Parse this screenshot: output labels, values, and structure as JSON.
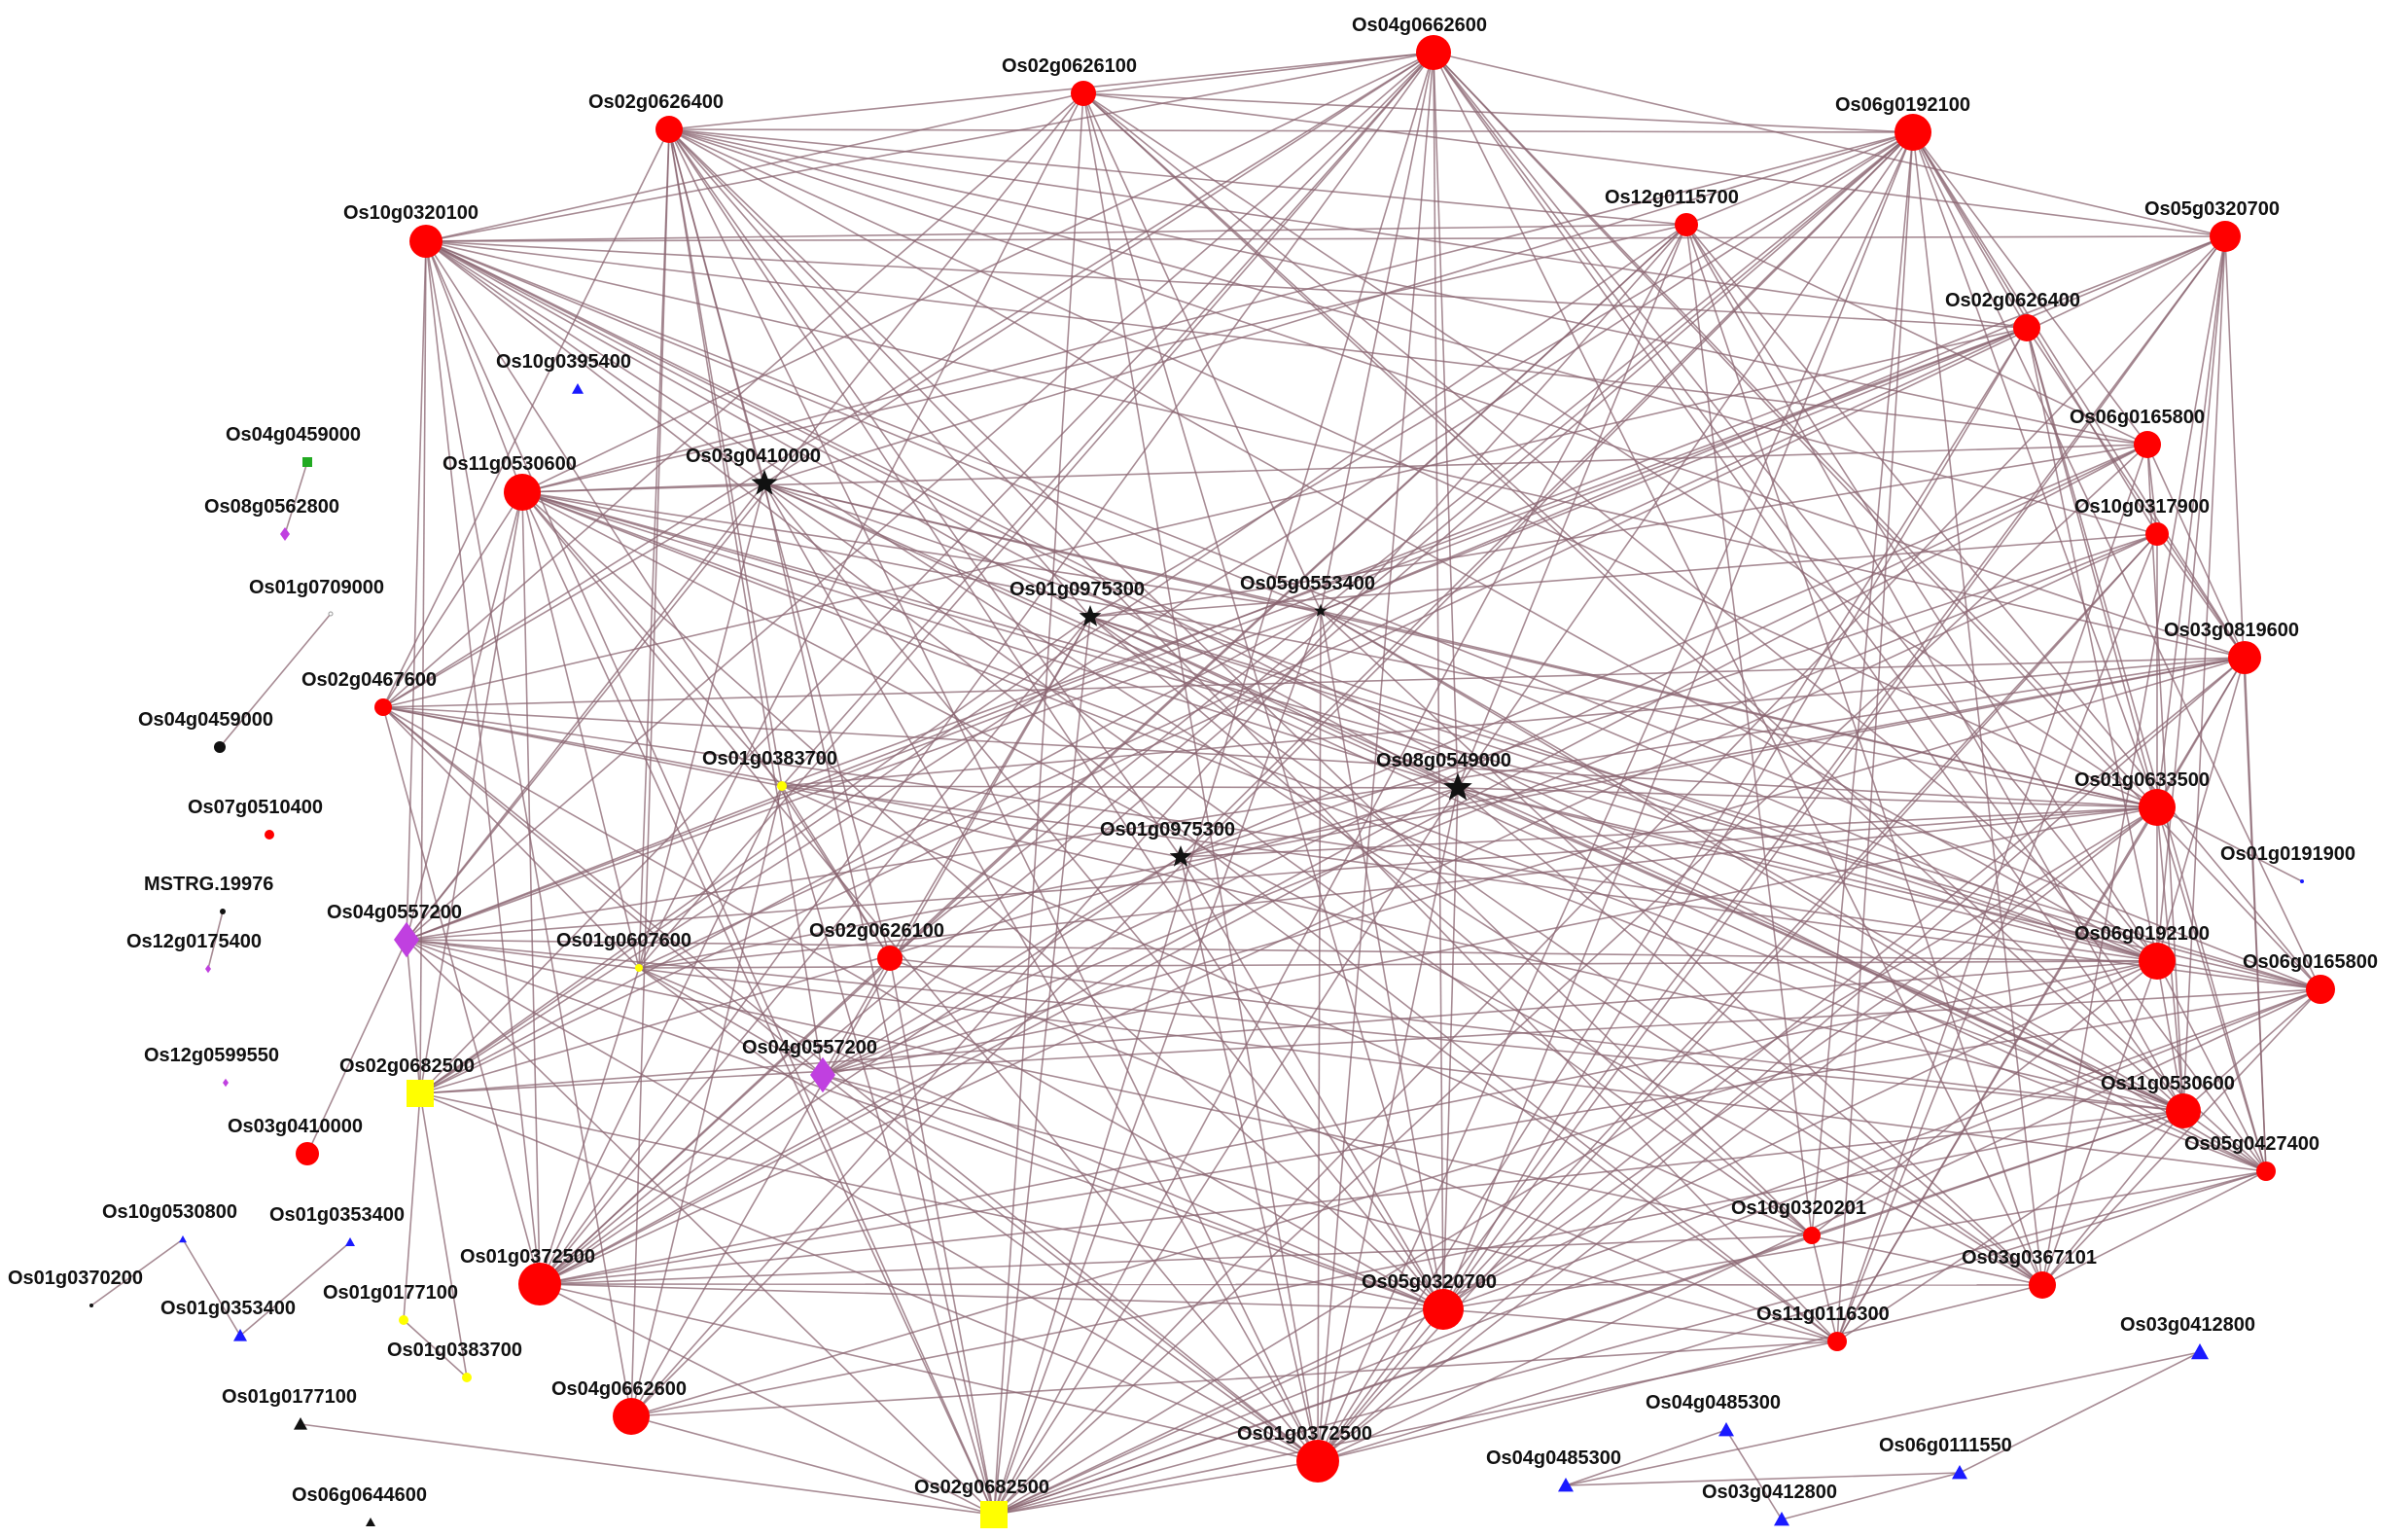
{
  "colors": {
    "edge": "#8a6470",
    "red": "#ff0000",
    "blue": "#1a1aff",
    "black": "#111111",
    "yellow": "#ffff00",
    "purple": "#c040e0",
    "green": "#22aa22",
    "white": "#ffffff"
  },
  "nodes": [
    {
      "label": "Os04g0662600",
      "shape": "circle",
      "color": "red"
    },
    {
      "label": "Os02g0626100",
      "shape": "circle",
      "color": "red"
    },
    {
      "label": "Os02g0626400",
      "shape": "circle",
      "color": "red"
    },
    {
      "label": "Os06g0192100",
      "shape": "circle",
      "color": "red"
    },
    {
      "label": "Os10g0320100",
      "shape": "circle",
      "color": "red"
    },
    {
      "label": "Os12g0115700",
      "shape": "circle",
      "color": "red"
    },
    {
      "label": "Os05g0320700",
      "shape": "circle",
      "color": "red"
    },
    {
      "label": "Os02g0626400",
      "shape": "circle",
      "color": "red"
    },
    {
      "label": "Os10g0395400",
      "shape": "triangle",
      "color": "blue"
    },
    {
      "label": "Os06g0165800",
      "shape": "circle",
      "color": "red"
    },
    {
      "label": "Os04g0459000",
      "shape": "square",
      "color": "green"
    },
    {
      "label": "Os11g0530600",
      "shape": "circle",
      "color": "red"
    },
    {
      "label": "Os03g0410000",
      "shape": "star",
      "color": "black"
    },
    {
      "label": "Os08g0562800",
      "shape": "diamond",
      "color": "purple"
    },
    {
      "label": "Os10g0317900",
      "shape": "circle",
      "color": "red"
    },
    {
      "label": "Os01g0709000",
      "shape": "circle",
      "color": "white"
    },
    {
      "label": "Os01g0975300",
      "shape": "star",
      "color": "black"
    },
    {
      "label": "Os05g0553400",
      "shape": "star",
      "color": "black"
    },
    {
      "label": "Os03g0819600",
      "shape": "circle",
      "color": "red"
    },
    {
      "label": "Os02g0467600",
      "shape": "circle",
      "color": "red"
    },
    {
      "label": "Os04g0459000",
      "shape": "circle",
      "color": "black"
    },
    {
      "label": "Os01g0383700",
      "shape": "circle",
      "color": "yellow"
    },
    {
      "label": "Os08g0549000",
      "shape": "star",
      "color": "black"
    },
    {
      "label": "Os01g0633500",
      "shape": "circle",
      "color": "red"
    },
    {
      "label": "Os07g0510400",
      "shape": "circle",
      "color": "red"
    },
    {
      "label": "Os01g0975300",
      "shape": "star",
      "color": "black"
    },
    {
      "label": "Os01g0191900",
      "shape": "circle",
      "color": "blue"
    },
    {
      "label": "MSTRG.19976",
      "shape": "circle",
      "color": "black"
    },
    {
      "label": "Os04g0557200",
      "shape": "diamond",
      "color": "purple"
    },
    {
      "label": "Os12g0175400",
      "shape": "diamond",
      "color": "purple"
    },
    {
      "label": "Os01g0607600",
      "shape": "circle",
      "color": "yellow"
    },
    {
      "label": "Os02g0626100",
      "shape": "circle",
      "color": "red"
    },
    {
      "label": "Os06g0192100",
      "shape": "circle",
      "color": "red"
    },
    {
      "label": "Os06g0165800",
      "shape": "circle",
      "color": "red"
    },
    {
      "label": "Os12g0599550",
      "shape": "diamond",
      "color": "purple"
    },
    {
      "label": "Os02g0682500",
      "shape": "square",
      "color": "yellow"
    },
    {
      "label": "Os04g0557200",
      "shape": "diamond",
      "color": "purple"
    },
    {
      "label": "Os11g0530600",
      "shape": "circle",
      "color": "red"
    },
    {
      "label": "Os03g0410000",
      "shape": "circle",
      "color": "red"
    },
    {
      "label": "Os05g0427400",
      "shape": "circle",
      "color": "red"
    },
    {
      "label": "Os10g0530800",
      "shape": "triangle",
      "color": "blue"
    },
    {
      "label": "Os01g0353400",
      "shape": "triangle",
      "color": "blue"
    },
    {
      "label": "Os10g0320201",
      "shape": "circle",
      "color": "red"
    },
    {
      "label": "Os01g0370200",
      "shape": "circle",
      "color": "black"
    },
    {
      "label": "Os01g0372500",
      "shape": "circle",
      "color": "red"
    },
    {
      "label": "Os05g0320700",
      "shape": "circle",
      "color": "red"
    },
    {
      "label": "Os03g0367101",
      "shape": "circle",
      "color": "red"
    },
    {
      "label": "Os01g0353400",
      "shape": "triangle",
      "color": "blue"
    },
    {
      "label": "Os01g0177100",
      "shape": "circle",
      "color": "yellow"
    },
    {
      "label": "Os11g0116300",
      "shape": "circle",
      "color": "red"
    },
    {
      "label": "Os03g0412800",
      "shape": "triangle",
      "color": "blue"
    },
    {
      "label": "Os01g0383700",
      "shape": "circle",
      "color": "yellow"
    },
    {
      "label": "Os01g0177100",
      "shape": "triangle",
      "color": "black"
    },
    {
      "label": "Os04g0662600",
      "shape": "circle",
      "color": "red"
    },
    {
      "label": "Os04g0485300",
      "shape": "triangle",
      "color": "blue"
    },
    {
      "label": "Os06g0111550",
      "shape": "triangle",
      "color": "blue"
    },
    {
      "label": "Os01g0372500",
      "shape": "circle",
      "color": "red"
    },
    {
      "label": "Os04g0485300",
      "shape": "triangle",
      "color": "blue"
    },
    {
      "label": "Os03g0412800",
      "shape": "triangle",
      "color": "blue"
    },
    {
      "label": "Os02g0682500",
      "shape": "square",
      "color": "yellow"
    },
    {
      "label": "Os06g0644600",
      "shape": "triangle",
      "color": "black"
    }
  ]
}
